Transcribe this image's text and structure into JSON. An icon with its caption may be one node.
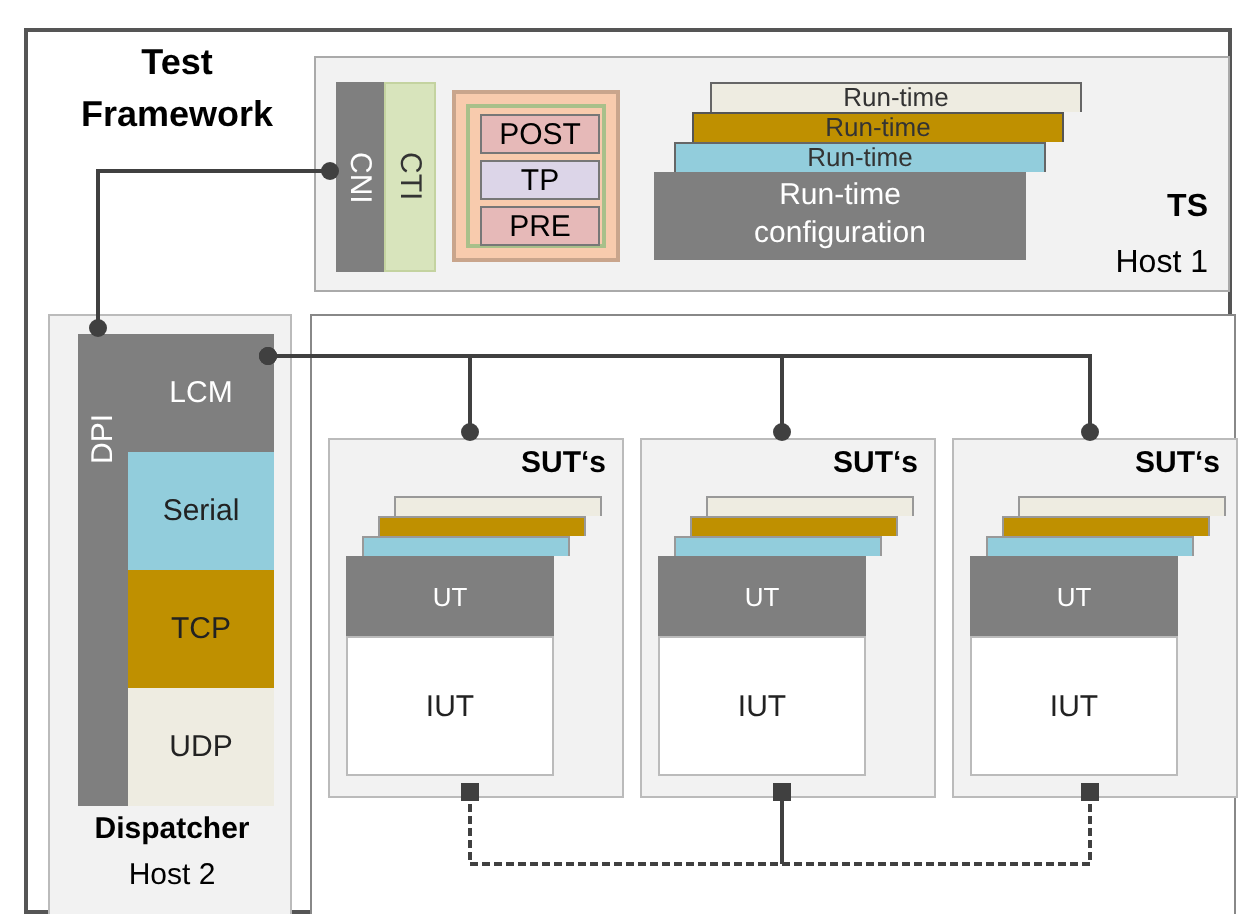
{
  "diagram": {
    "nodes": [
      {
        "text": [
          "Test Framework"
        ]
      },
      {
        "text": [
          "TS",
          "Host 1"
        ],
        "in": 0
      },
      {
        "text": [
          "CNI"
        ],
        "in": 1
      },
      {
        "text": [
          "CTI"
        ],
        "in": 1
      },
      {
        "text": [],
        "shape": "box",
        "in": 1
      },
      {
        "text": [
          "POST"
        ],
        "in": 4
      },
      {
        "text": [
          "TP"
        ],
        "in": 4
      },
      {
        "text": [
          "PRE"
        ],
        "in": 4
      },
      {
        "text": [
          "Run-time"
        ],
        "in": 1
      },
      {
        "text": [
          "Run-time"
        ],
        "in": 1
      },
      {
        "text": [
          "Run-time"
        ],
        "in": 1
      },
      {
        "text": [
          "Run-time configuration"
        ],
        "in": 1
      },
      {
        "text": [
          "Dispatcher",
          "Host 2"
        ],
        "in": 0
      },
      {
        "text": [
          "DPI"
        ],
        "in": 12
      },
      {
        "text": [
          "LCM"
        ],
        "in": 12
      },
      {
        "text": [
          "Serial"
        ],
        "in": 12
      },
      {
        "text": [
          "TCP"
        ],
        "in": 12
      },
      {
        "text": [
          "UDP"
        ],
        "in": 12
      },
      {
        "text": [],
        "shape": "box",
        "in": 0
      },
      {
        "text": [
          "SUT‘s"
        ],
        "in": 18
      },
      {
        "text": [],
        "shape": "box",
        "in": 19
      },
      {
        "text": [],
        "shape": "box",
        "in": 19
      },
      {
        "text": [],
        "shape": "box",
        "in": 19
      },
      {
        "text": [
          "UT"
        ],
        "in": 19
      },
      {
        "text": [
          "IUT"
        ],
        "in": 19
      },
      {
        "text": [
          "SUT‘s"
        ],
        "in": 18
      },
      {
        "text": [],
        "shape": "box",
        "in": 25
      },
      {
        "text": [],
        "shape": "box",
        "in": 25
      },
      {
        "text": [],
        "shape": "box",
        "in": 25
      },
      {
        "text": [
          "UT"
        ],
        "in": 25
      },
      {
        "text": [
          "IUT"
        ],
        "in": 25
      },
      {
        "text": [
          "SUT‘s"
        ],
        "in": 18
      },
      {
        "text": [],
        "shape": "box",
        "in": 31
      },
      {
        "text": [],
        "shape": "box",
        "in": 31
      },
      {
        "text": [],
        "shape": "box",
        "in": 31
      },
      {
        "text": [
          "UT"
        ],
        "in": 31
      },
      {
        "text": [
          "IUT"
        ],
        "in": 31
      }
    ],
    "edges": [
      {
        "from": 2,
        "to": 13,
        "arrow": "other"
      },
      {
        "from": 14,
        "to": 19,
        "arrow": "other"
      },
      {
        "from": 14,
        "to": 25,
        "arrow": "other"
      },
      {
        "from": 14,
        "to": 31,
        "arrow": "other"
      },
      {
        "from": 19,
        "to": 25,
        "arrow": "other",
        "style": "dashed"
      },
      {
        "from": 25,
        "to": 31,
        "arrow": "other",
        "style": "dashed"
      },
      {
        "from": 19,
        "to": 31,
        "arrow": "other",
        "style": "dashed"
      }
    ]
  }
}
